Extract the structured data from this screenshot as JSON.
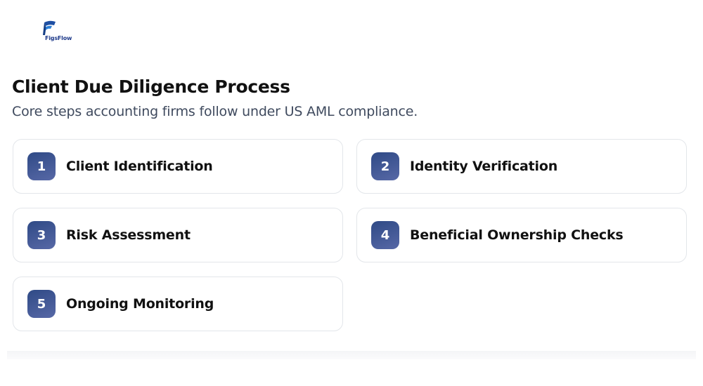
{
  "brand": {
    "logo_text": "FigsFlow",
    "logo_icon": "figsflow-logo-icon",
    "color": "#1e3a8a"
  },
  "header": {
    "title": "Client Due Diligence Process",
    "subtitle": "Core steps accounting firms follow under US AML compliance."
  },
  "steps": [
    {
      "number": "1",
      "label": "Client Identification"
    },
    {
      "number": "2",
      "label": "Identity Verification"
    },
    {
      "number": "3",
      "label": "Risk Assessment"
    },
    {
      "number": "4",
      "label": "Beneficial Ownership Checks"
    },
    {
      "number": "5",
      "label": "Ongoing Monitoring"
    }
  ],
  "colors": {
    "badge_start": "#2f4a86",
    "badge_end": "#5768a6",
    "card_border": "#e3e6ea",
    "subtitle": "#3f4a5e"
  }
}
